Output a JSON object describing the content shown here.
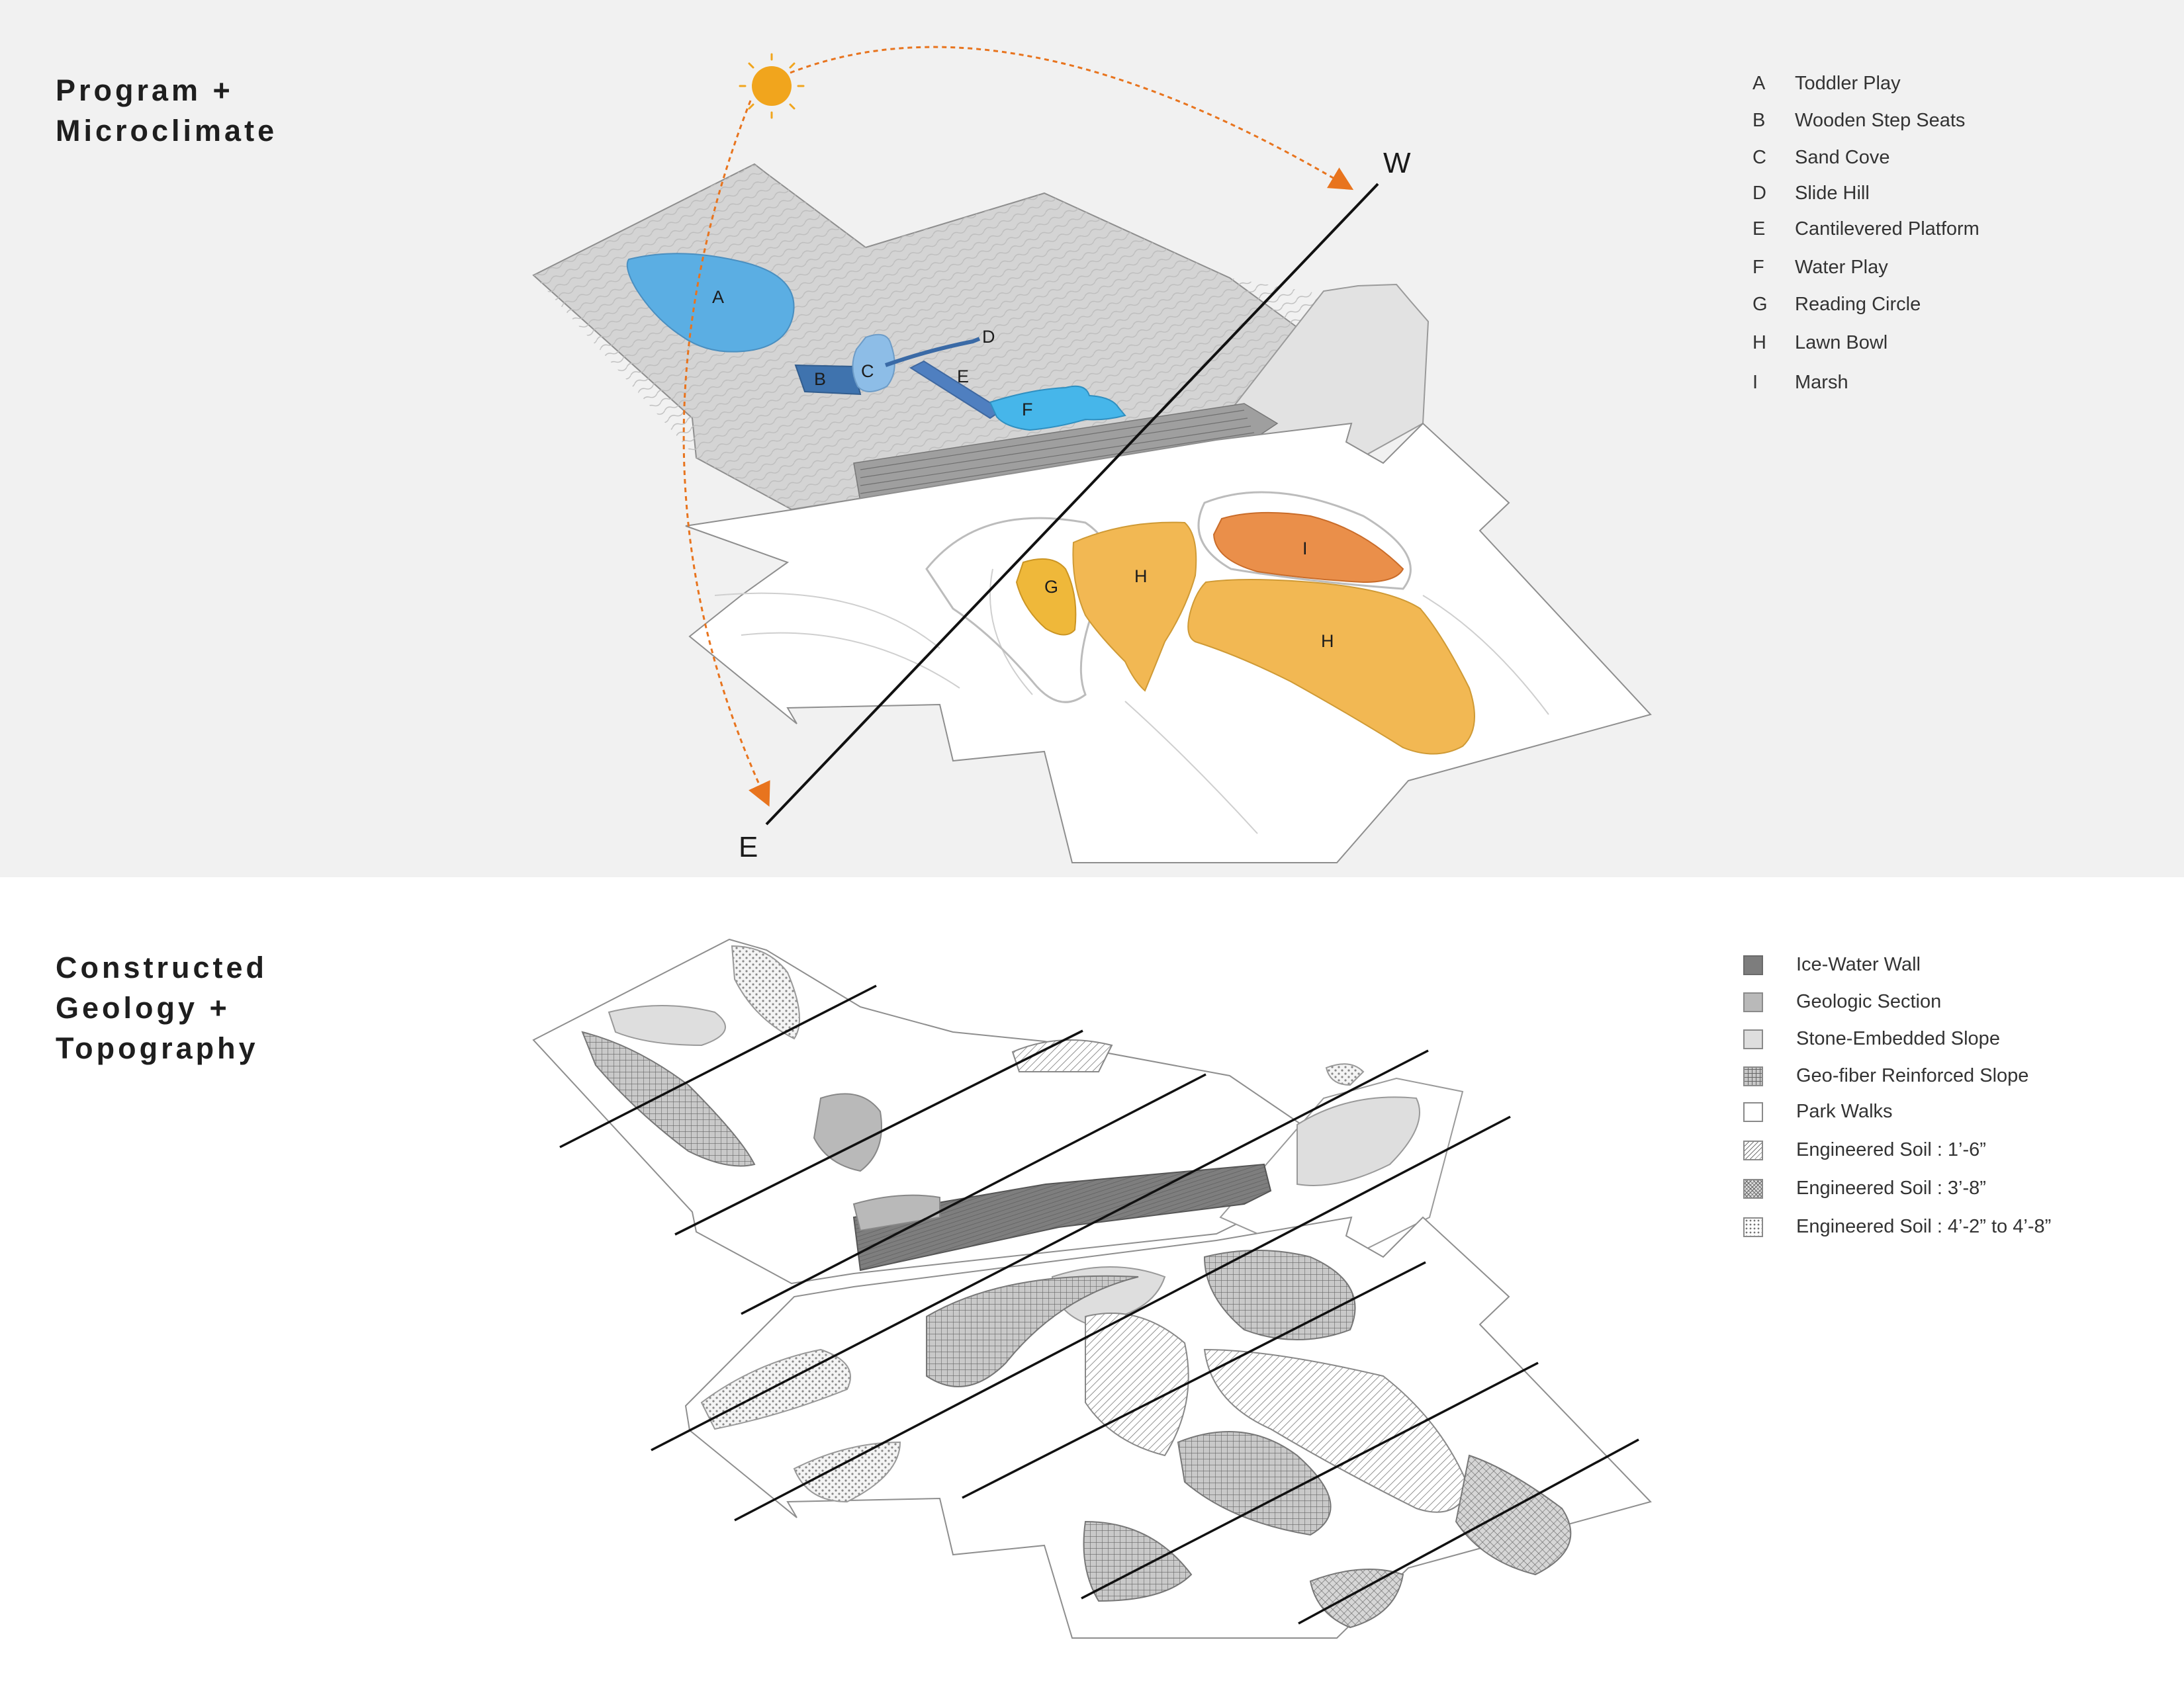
{
  "top": {
    "title": "Program +\nMicroclimate",
    "axis": {
      "west": "W",
      "east": "E"
    },
    "legend": [
      {
        "key": "A",
        "label": "Toddler Play"
      },
      {
        "key": "B",
        "label": "Wooden Step Seats"
      },
      {
        "key": "C",
        "label": "Sand Cove"
      },
      {
        "key": "D",
        "label": "Slide Hill"
      },
      {
        "key": "E",
        "label": "Cantilevered Platform"
      },
      {
        "key": "F",
        "label": "Water Play"
      },
      {
        "key": "G",
        "label": "Reading Circle"
      },
      {
        "key": "H",
        "label": "Lawn Bowl"
      },
      {
        "key": "I",
        "label": "Marsh"
      }
    ],
    "zones": {
      "a": "A",
      "b": "B",
      "c": "C",
      "d": "D",
      "e": "E",
      "f": "F",
      "g": "G",
      "h1": "H",
      "h2": "H",
      "i": "I"
    },
    "colors": {
      "toddler_play": "#5baee3",
      "step_seats": "#3f73ae",
      "sand_cove": "#8dbde7",
      "platform": "#4f7fc0",
      "water_play": "#46b6ea",
      "reading_circle": "#efb83a",
      "lawn_bowl": "#f2b853",
      "marsh": "#ea8f4a",
      "sun": "#f1a51d",
      "sun_path": "#e8741e"
    }
  },
  "bottom": {
    "title": "Constructed\nGeology +\nTopography",
    "legend": [
      {
        "swatch": "ice-water-wall",
        "label": "Ice-Water Wall"
      },
      {
        "swatch": "geologic-section",
        "label": "Geologic Section"
      },
      {
        "swatch": "stone-embedded-slope",
        "label": "Stone-Embedded Slope"
      },
      {
        "swatch": "geo-fiber-slope",
        "label": "Geo-fiber Reinforced Slope"
      },
      {
        "swatch": "park-walks",
        "label": "Park Walks"
      },
      {
        "swatch": "soil-1",
        "label": "Engineered Soil : 1’-6”"
      },
      {
        "swatch": "soil-2",
        "label": "Engineered Soil : 3’-8”"
      },
      {
        "swatch": "soil-3",
        "label": "Engineered Soil : 4’-2” to 4’-8”"
      }
    ]
  }
}
